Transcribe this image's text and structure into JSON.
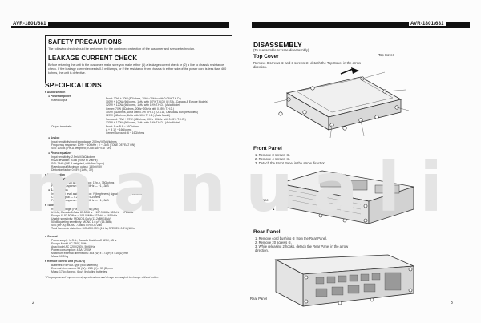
{
  "header": {
    "left_label": "AVR-1801/681",
    "right_label": "AVR-1801/681"
  },
  "left": {
    "safety_title": "SAFETY PRECAUTIONS",
    "safety_text": "The following check should be performed for the continued protection of the customer and service technician.",
    "leakage_title": "LEAKAGE CURRENT CHECK",
    "leakage_text": "Before returning the unit to the customer, make sure you make either (1) a leakage current check or (2) a line to chassis resistance check. If the leakage current exceeds 0.5 milliamps, or if the resistance from chassis to either side of the power cord is less than 460 kohms, the unit is defective.",
    "specs_title": "SPECIFICATIONS",
    "audio_section": "Audio section",
    "power_amp": "Power amplifier",
    "rated_output": "Rated output:",
    "output_terminals": "Output terminals:",
    "analog": "Analog",
    "phono_eq": "Phono equalizer",
    "video_section": "Video section",
    "standard_video": "Standard video jacks",
    "s_video": "S-video jacks",
    "tuner_section": "Tuner section",
    "general": "General",
    "remote": "Remote control unit (RC-874)",
    "rows": [
      "Front:     70W + 70W     (8Ω/ohms, 20Hz~20kHz with 0.05% T.H.D.)",
      "           100W + 100W   (6Ω/ohms, 1kHz with 0.7% T.H.D.) (U.S.A., Canada & Europe Models)",
      "           120W + 120W   (6Ω/ohms, 1kHz with 10% T.H.D.) (Asia Model)",
      "Center:    70W           (8Ω/ohms, 20Hz~20kHz with 0.05% T.H.D.)",
      "           100W          (6Ω/ohms, 1kHz with 0.7% T.H.D.) (U.S.A., Canada & Europe Models)",
      "           120W          (6Ω/ohms, 1kHz with 10% T.H.D.) (Asia Model)",
      "Surround:  70W + 70W     (8Ω/ohms, 20Hz~20kHz with 0.05% T.H.D.)",
      "           120W + 120W   (6Ω/ohms, 1kHz with 10% T.H.D.) (Asia Model)",
      "Front:     A or B 6 ~ 16Ω/ohms",
      "           A + B 12 ~ 16Ω/ohms",
      "Center/Surround: 6 ~ 16Ω/ohms",
      "Input sensitivity/Input impedance:   200mV/47kΩ/kohms",
      "Frequency response:   10Hz ~ 100kHz ; 0 ~ -3dB (TONE DEFEAT ON)",
      "S/N:   100dB (IHF-A weighted; TONE DEFEAT ON)",
      "Input sensitivity:   2.5mV/47kΩ/kohms",
      "RIAA deviation:   ±1dB (20Hz to 20kHz)",
      "S/N:   74dB (IHF-A weighted, with 5mV input)",
      "Rated output/Maximum output:   150mV/8V",
      "Distortion factor:   0.03% (1kHz, 3V)",
      "Input/output level and impedance:   1Vp-p, 75Ω/ohms",
      "Frequency response:   5Hz ~ 10MHz — +1, -3dB",
      "Input/output level and impedance:   Y (brightness) signal — 1Vp-p, 75Ω/ohms",
      "    C (color) signal — 0.286Vp-p, 75Ω/ohms",
      "Frequency response:   5Hz ~ 10MHz — +1, -3dB",
      "Receiving range:   [FM] (note: kHz)   [AM]",
      "  U.S.A., Canada & Asia:   87.50MHz ~ 107.90MHz   520kHz ~ 1710kHz",
      "  Europe &:   87.50MHz ~ 108.00MHz   522kHz ~ 1611kHz",
      "Usable sensitivity:   MONO  1.0 µV (11.2dBf)   18 µV",
      "50 dB quieting sensitivity:   MONO  1.6 µV (15.3dBf)",
      "S/N (IHF-A):   MONO 77dB   STEREO 72dB",
      "Total harmonic distortion:   MONO 0.15% (1kHz)   STEREO 0.3% (1kHz)",
      "Power supply:   U.S.A., Canada Models   AC 120V, 60Hz",
      "  Europe Model   AC 230V, 50Hz",
      "  Asia Model   AC 220V/230V, 50/60Hz",
      "Power consumption:   4.3A / 290W",
      "Maximum external dimensions:   434 (W) x 171 (H) x 415 (D) mm",
      "Mass:   10.5 kg",
      "Batteries:   R6P/AA Type (two batteries)",
      "External dimensions:   55 (W) x 225 (H) x 37 (D) mm",
      "Mass:   174g (Approx. 6 oz) (including batteries)",
      "* For purposes of improvement, specifications and design are subject to change without notice."
    ],
    "page_number": "2"
  },
  "right": {
    "title": "DISASSEMBLY",
    "subtitle": "(To reassemble reverse disassembly)",
    "top_cover_title": "Top Cover",
    "top_cover_text": "Remove 8 screws ① and 3 screws ②, detach the Top Cover in the arrow direction.",
    "top_cover_label": "Top Cover",
    "front_panel_title": "Front Panel",
    "front_panel_steps": [
      "1. Remove 3 screws ③.",
      "2. Remove 4 screws ④.",
      "3. Detach the Front Panel in the arrow direction."
    ],
    "front_panel_label": "Front Panel",
    "rear_panel_title": "Rear Panel",
    "rear_panel_steps": [
      "1. Remove cord bushing ⑤ from the Rear Panel.",
      "2. Remove 20 screws ⑥.",
      "3. While releasing 2 hooks, detach the Rear Panel in the arrow",
      "   direction."
    ],
    "rear_panel_label": "Rear Panel",
    "page_number": "3"
  },
  "watermark": "manuali"
}
